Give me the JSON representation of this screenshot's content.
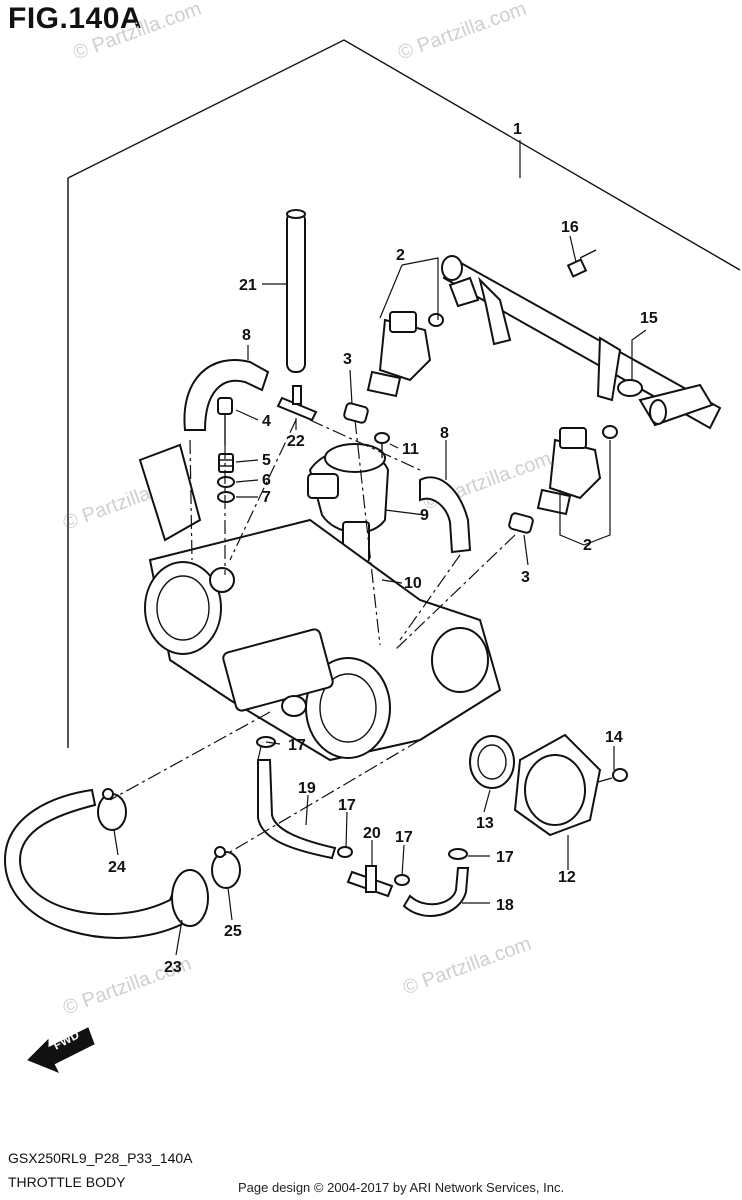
{
  "figure": {
    "title": "FIG.140A",
    "code": "GSX250RL9_P28_P33_140A",
    "section": "THROTTLE BODY"
  },
  "copyright": "Page design © 2004-2017 by ARI Network Services, Inc.",
  "watermark": "© Partzilla.com",
  "fwd_label": "FWD",
  "callouts": {
    "c1": "1",
    "c2a": "2",
    "c2b": "2",
    "c3a": "3",
    "c3b": "3",
    "c4": "4",
    "c5": "5",
    "c6": "6",
    "c7": "7",
    "c8a": "8",
    "c8b": "8",
    "c9": "9",
    "c10": "10",
    "c11": "11",
    "c12": "12",
    "c13": "13",
    "c14": "14",
    "c15": "15",
    "c16": "16",
    "c17a": "17",
    "c17b": "17",
    "c17c": "17",
    "c17d": "17",
    "c18": "18",
    "c19": "19",
    "c20": "20",
    "c21": "21",
    "c22": "22",
    "c23": "23",
    "c24": "24",
    "c25": "25"
  }
}
